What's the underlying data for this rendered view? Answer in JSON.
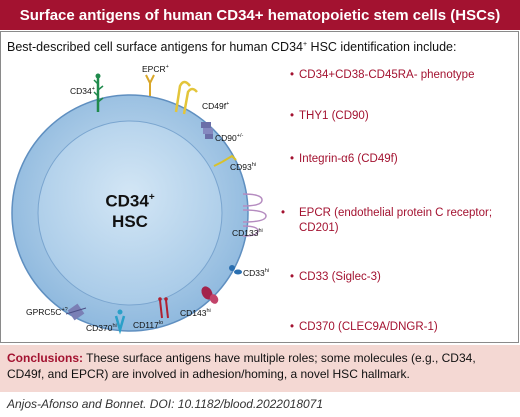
{
  "title": "Surface antigens of human CD34+ hematopoietic stem cells (HSCs)",
  "intro_text": "Best-described cell surface antigens for human CD34",
  "intro_sup": "+",
  "intro_tail": " HSC identification include:",
  "cell": {
    "line1": "CD34",
    "sup": "+",
    "line2": "HSC"
  },
  "markers": [
    {
      "text": "CD34",
      "sup": "+"
    },
    {
      "text": "EPCR",
      "sup": "+"
    },
    {
      "text": "CD49f",
      "sup": "+"
    },
    {
      "text": "CD90",
      "sup": "+/-"
    },
    {
      "text": "CD93",
      "sup": "hi"
    },
    {
      "text": "CD133",
      "sup": "hi"
    },
    {
      "text": "CD33",
      "sup": "hi"
    },
    {
      "text": "CD143",
      "sup": "hi"
    },
    {
      "text": "CD117",
      "sup": "lo"
    },
    {
      "text": "CD370",
      "sup": "hi"
    },
    {
      "text": "GPRC5C",
      "sup": "+?"
    }
  ],
  "bullets": [
    "CD34+CD38-CD45RA- phenotype",
    "THY1 (CD90)",
    "Integrin-α6 (CD49f)",
    "EPCR (endothelial protein C receptor; CD201)",
    "CD33 (Siglec-3)",
    "CD370 (CLEC9A/DNGR-1)"
  ],
  "conclusion_label": "Conclusions:",
  "conclusion_text": " These surface antigens have multiple roles; some molecules (e.g., CD34, CD49f, and EPCR) are involved in adhesion/homing, a novel HSC hallmark.",
  "citation": "Anjos-Afonso and Bonnet. DOI: 10.1182/blood.2022018071",
  "colors": {
    "accent": "#a31230",
    "cell_outer": "#9cc3e3",
    "cell_inner": "#c4dcef",
    "conclusion_bg": "#f4d8d3"
  }
}
